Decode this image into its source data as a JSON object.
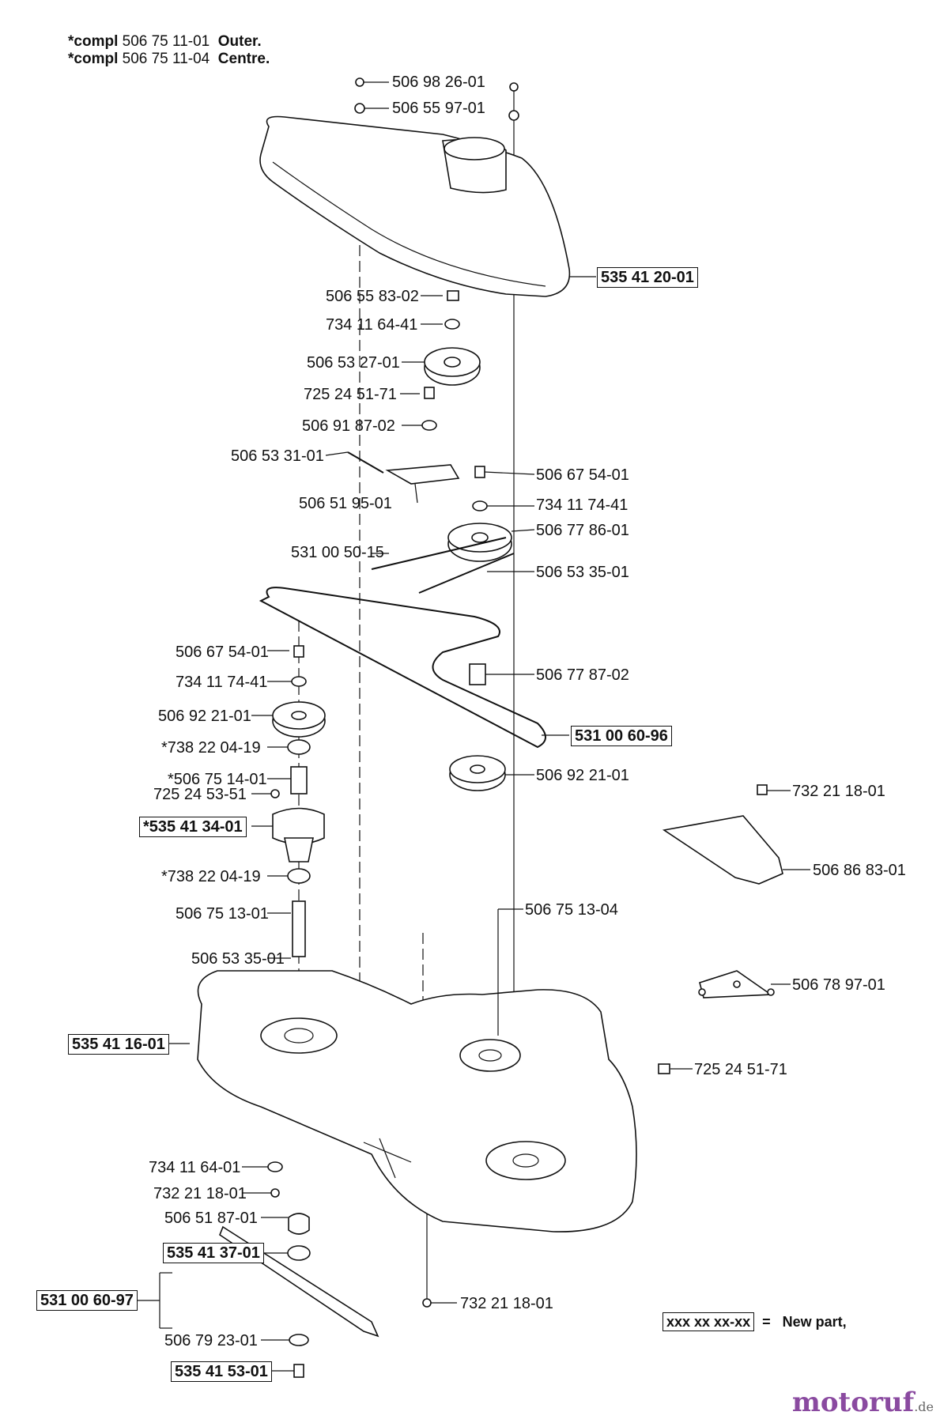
{
  "header": {
    "rows": [
      {
        "prefix": "*compl",
        "part": "506 75 11-01",
        "desc": "Outer."
      },
      {
        "prefix": "*compl",
        "part": "506 75 11-04",
        "desc": "Centre."
      }
    ]
  },
  "labels": {
    "l1": "506 98 26-01",
    "l2": "506 55 97-01",
    "l3": "535 41 20-01",
    "l4": "506 55 83-02",
    "l5": "734 11 64-41",
    "l6": "506 53 27-01",
    "l7": "725 24 51-71",
    "l8": "506 91 87-02",
    "l9": "506 53 31-01",
    "l10": "506 67 54-01",
    "l11": "506 51 95-01",
    "l12": "734 11 74-41",
    "l13": "506 77 86-01",
    "l14": "531 00 50-15",
    "l15": "506 53 35-01",
    "l16": "506 67 54-01",
    "l17": "506 77 87-02",
    "l18": "734 11 74-41",
    "l19": "506 92 21-01",
    "l20": "531 00 60-96",
    "l21": "*738 22 04-19",
    "l22": "*506 75 14-01",
    "l23": "506 92 21-01",
    "l24": "725 24 53-51",
    "l25": "732 21 18-01",
    "l26": "*535 41 34-01",
    "l27": "506 86 83-01",
    "l28": "*738 22 04-19",
    "l29": "506 75 13-04",
    "l30": "506 75 13-01",
    "l31": "506 53 35-01",
    "l32": "506 78 97-01",
    "l33": "535 41 16-01",
    "l34": "725 24 51-71",
    "l35": "734 11 64-01",
    "l36": "732 21 18-01",
    "l37": "506 51 87-01",
    "l38": "535 41 37-01",
    "l39": "531 00 60-97",
    "l40": "732 21 18-01",
    "l41": "506 79 23-01",
    "l42": "535 41 53-01"
  },
  "legend": {
    "code": "xxx xx xx-xx",
    "eq": "=",
    "text": "New part,"
  },
  "watermark": {
    "brand": "motoruf",
    "tld": ".de"
  }
}
